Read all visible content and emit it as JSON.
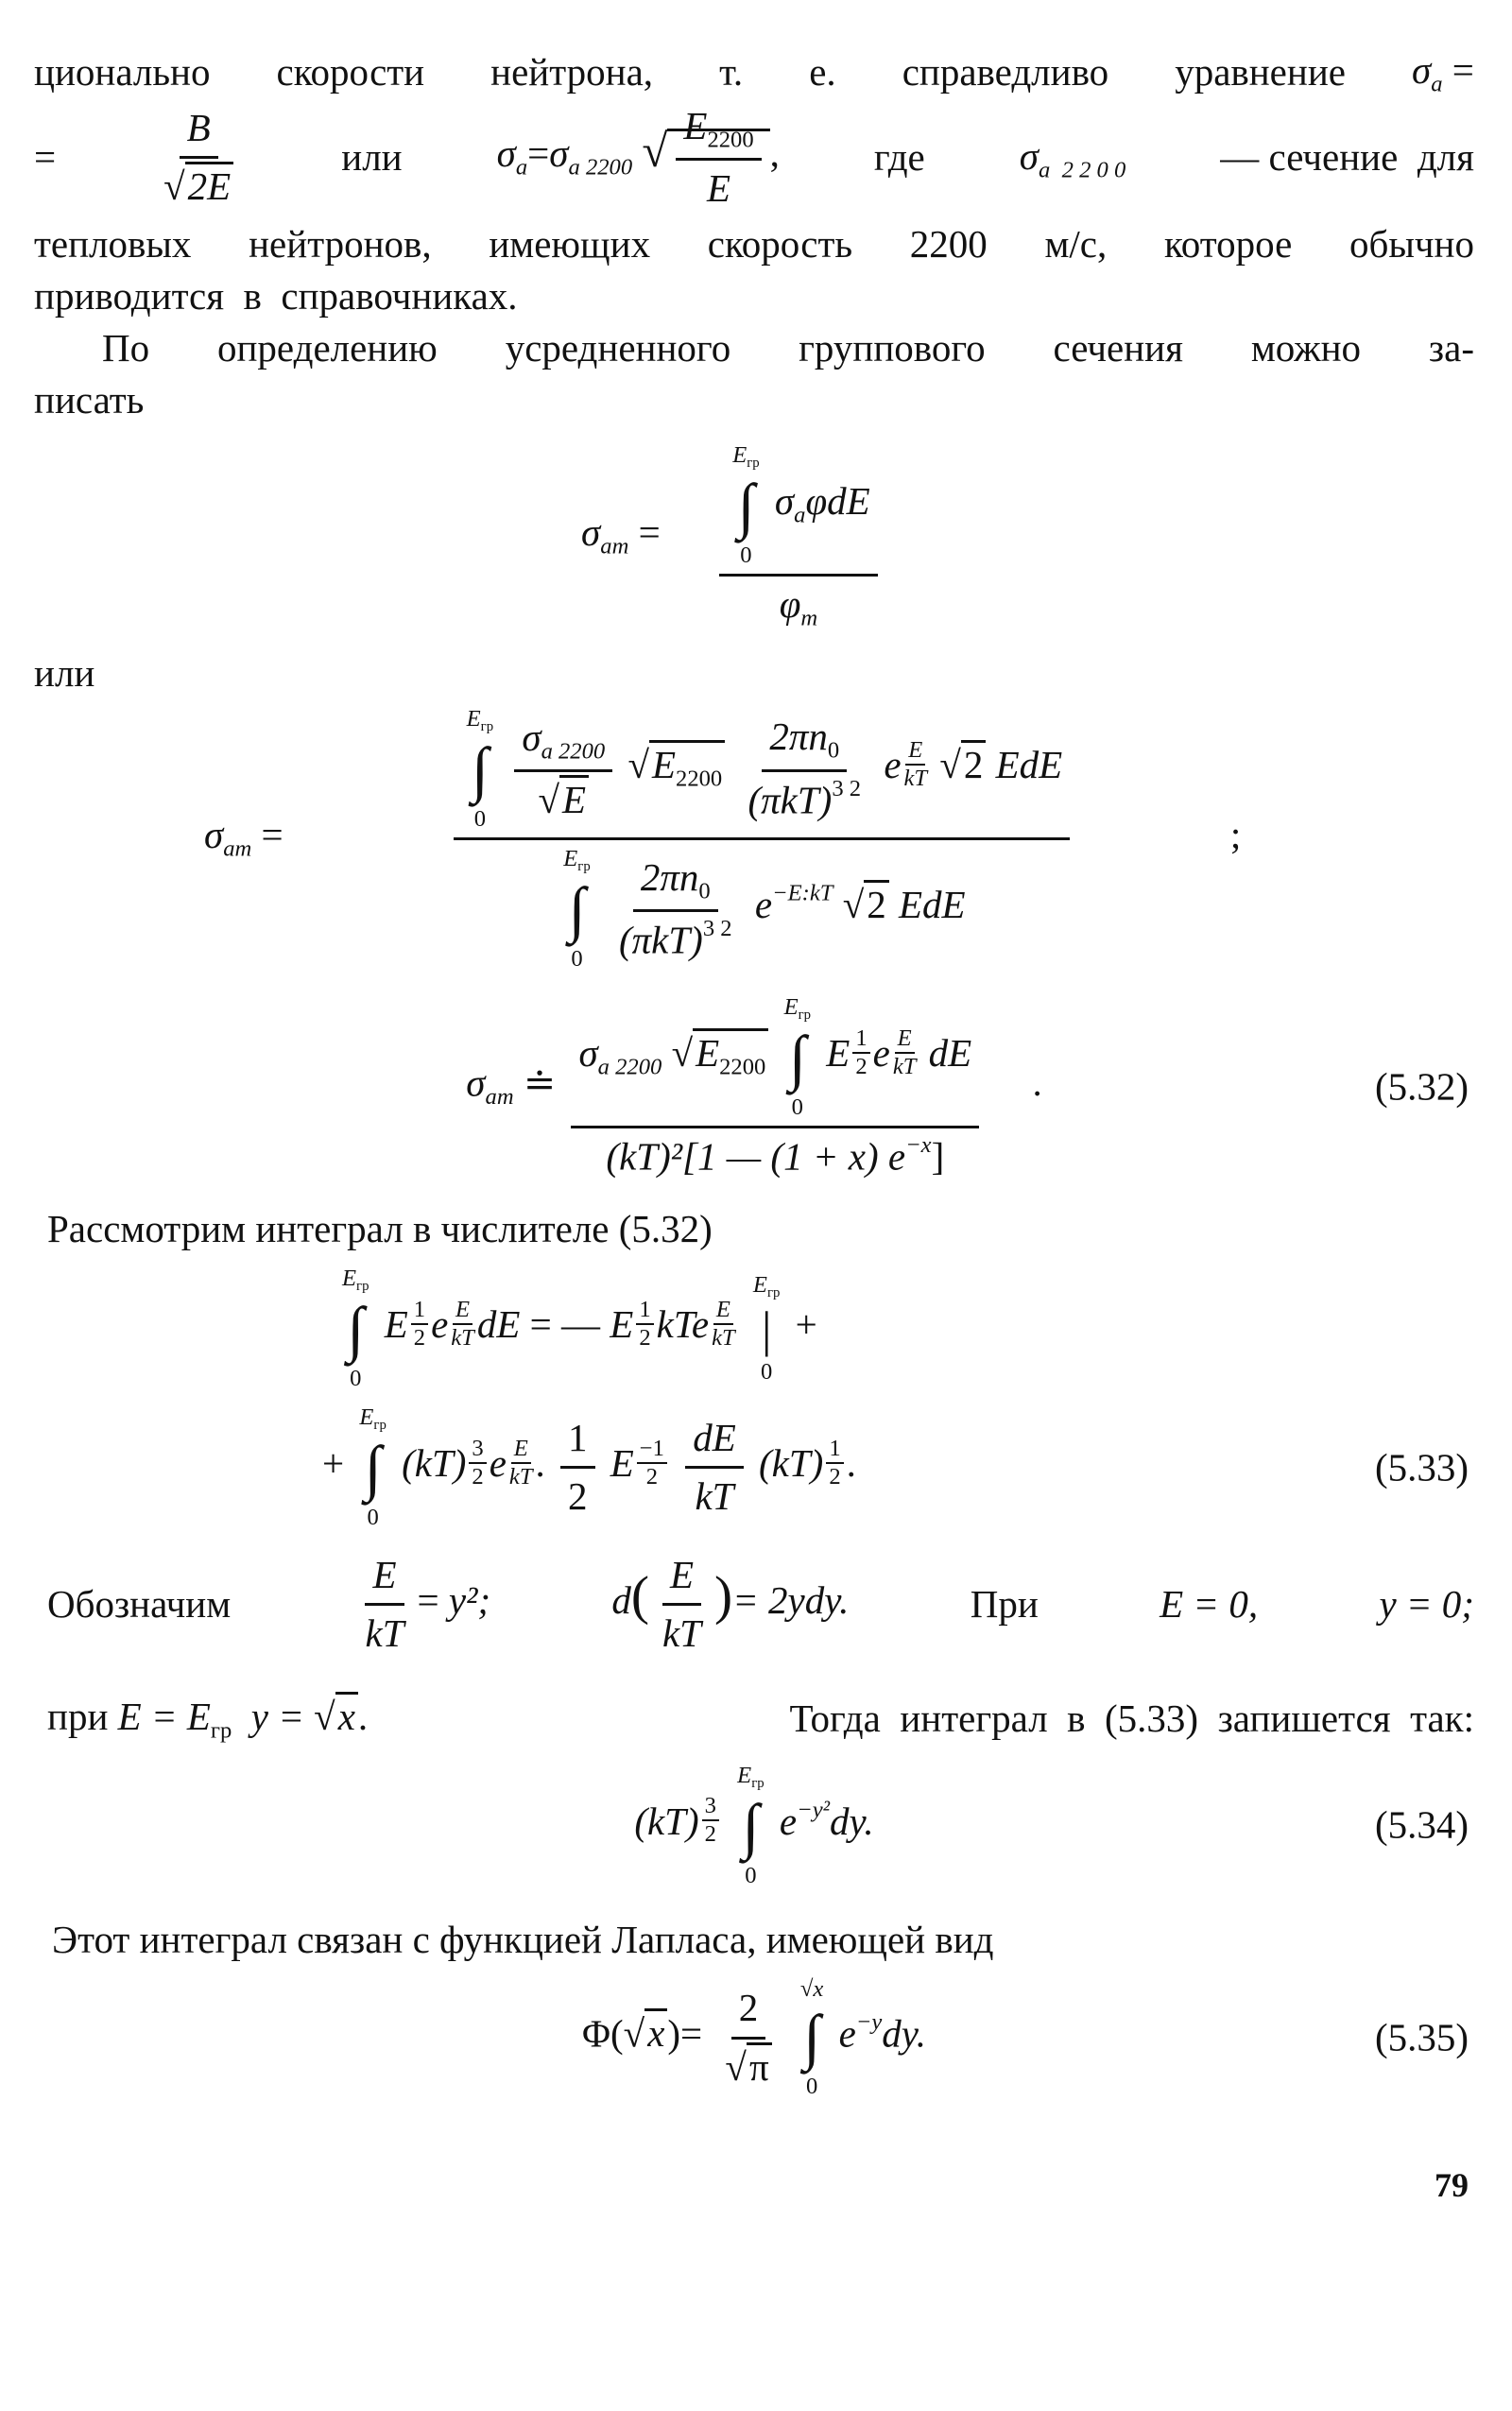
{
  "text": {
    "l1": [
      "ционально",
      "скорости",
      "нейтрона,",
      "т.",
      "е.",
      "справедливо",
      "уравнение"
    ],
    "l2_ili": "или",
    "l2_gde": "где",
    "l2_tail": "— сечение  для",
    "l3": [
      "тепловых",
      "нейтронов,",
      "имеющих",
      "скорость",
      "2200",
      "м/с,",
      "которое",
      "обычно"
    ],
    "l4": "приводится  в  справочниках.",
    "l5": [
      "По",
      "определению",
      "усредненного",
      "группового",
      "сечения",
      "можно",
      "за-"
    ],
    "l6": "писать",
    "ili": "или",
    "rassm": "Рассмотрим интеграл в числителе (5.32)",
    "oboznachim": "Обозначим",
    "pri_cap": "При",
    "pri_line_start": "при",
    "togda": "Тогда  интеграл  в  (5.33)  запишется  так:",
    "laplace": "Этот интеграл связан с функцией Лапласа, имеющей вид"
  },
  "m": {
    "sigma": "σ",
    "a": "a",
    "am": "am",
    "eq": "=",
    "approx": "≐",
    "B": "B",
    "E": "E",
    "twoE": "2E",
    "s2200": "2200",
    "a2200": "a 2200",
    "a_sp2200": "a  2 2 0 0",
    "sqrt": "√",
    "int": "∫",
    "Egr": "E",
    "gr": "гр",
    "zero": "0",
    "comma": ",",
    "semicolon": ";",
    "dot": ".",
    "two_pi_n": "2πn",
    "n0": "0",
    "pikT": "(πkT)",
    "p32": "3 2",
    "e": "e",
    "minus": "−",
    "kT": "kT",
    "two": "2",
    "EdE": "EdE",
    "mEkT": "−E:kT",
    "half": "1",
    "half_d": "2",
    "dE": "dE",
    "den532": "(kT)²[1 — (1 + x) e",
    "den532_sup": "−x",
    "den532_end": "]",
    "plus": "+",
    "minus_big": "—",
    "kT_paren": "(kT)",
    "three": "3",
    "y2": "y²;",
    "d": "d",
    "twoydy": "= 2ydy.",
    "E0": "E = 0,",
    "y0": "y = 0;",
    "E_eq": "E = E",
    "y_eq": "y = ",
    "x": "x",
    "e_my2": "e",
    "my2": "−y²",
    "dy": "dy.",
    "Phi": "Φ",
    "lp": "(",
    "rp": ")",
    "pi": "π",
    "ey": "e",
    "my": "−y",
    "sqrtx": "√x",
    "bar": "|",
    "phi": "φ",
    "phi_m": "φ",
    "m_sub": "m",
    "sigma_a_phi_dE": "dE"
  },
  "eq_numbers": {
    "e532": "(5.32)",
    "e533": "(5.33)",
    "e534": "(5.34)",
    "e535": "(5.35)"
  },
  "page_number": "79"
}
